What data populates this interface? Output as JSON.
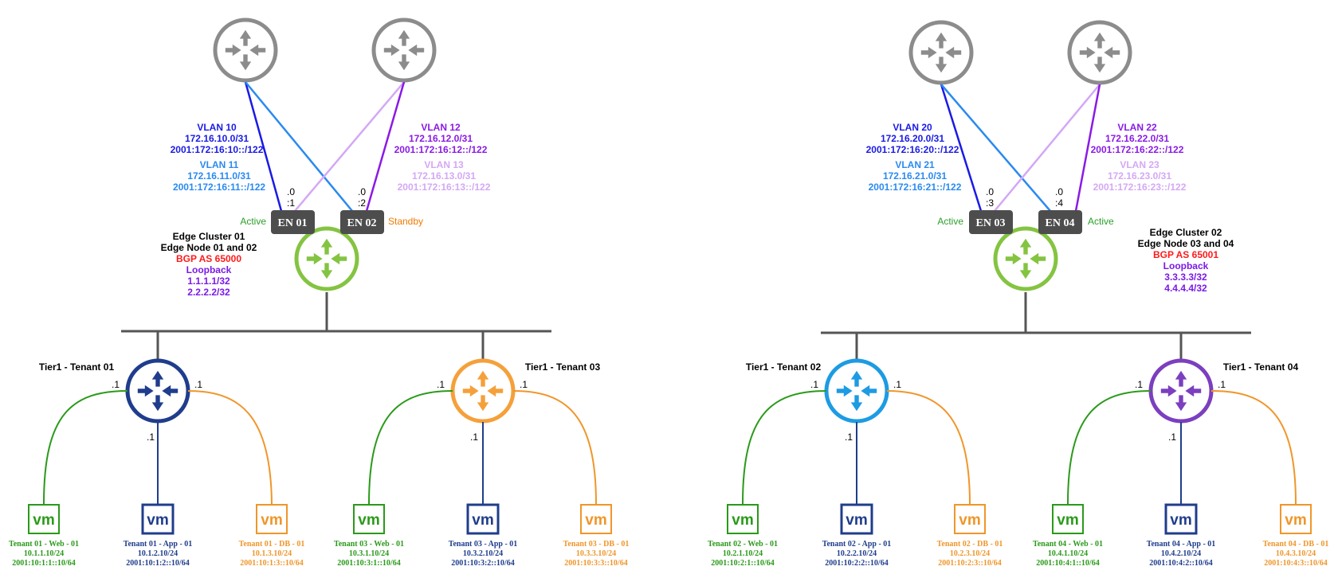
{
  "colors": {
    "vlan_a": "#1a1ae6",
    "vlan_b": "#2a8af0",
    "vlan_c": "#8a1ae6",
    "vlan_d": "#d4a8f5",
    "green": "#2a9a1a",
    "orange": "#f0962a",
    "navy": "#1f3d8c",
    "active": "#2aa02a",
    "standby": "#f07a00",
    "bgp": "#ff1a1a",
    "loopback": "#7a1ae6",
    "gray": "#8c8c8c",
    "edge_green": "#84c441",
    "t1_blue": "#1d9be3",
    "t3_orange": "#f5a03a",
    "t4_purple": "#7b3fbf"
  },
  "icons": {
    "router": "router-icon",
    "vm": "vm-icon"
  },
  "left": {
    "vlan10": [
      "VLAN 10",
      "172.16.10.0/31",
      "2001:172:16:10::/122"
    ],
    "vlan11": [
      "VLAN 11",
      "172.16.11.0/31",
      "2001:172:16:11::/122"
    ],
    "vlan12": [
      "VLAN 12",
      "172.16.12.0/31",
      "2001:172:16:12::/122"
    ],
    "vlan13": [
      "VLAN 13",
      "172.16.13.0/31",
      "2001:172:16:13::/122"
    ],
    "en1": "EN 01",
    "en2": "EN 02",
    "en1_ip": [
      ".0",
      ":1"
    ],
    "en2_ip": [
      ".0",
      ":2"
    ],
    "en1_state": "Active",
    "en2_state": "Standby",
    "cluster": [
      "Edge Cluster 01",
      "Edge Node 01 and 02"
    ],
    "bgp": "BGP AS 65000",
    "loopback": [
      "Loopback",
      "1.1.1.1/32",
      "2.2.2.2/32"
    ]
  },
  "right": {
    "vlan20": [
      "VLAN 20",
      "172.16.20.0/31",
      "2001:172:16:20::/122"
    ],
    "vlan21": [
      "VLAN 21",
      "172.16.21.0/31",
      "2001:172:16:21::/122"
    ],
    "vlan22": [
      "VLAN 22",
      "172.16.22.0/31",
      "2001:172:16:22::/122"
    ],
    "vlan23": [
      "VLAN 23",
      "172.16.23.0/31",
      "2001:172:16:23::/122"
    ],
    "en3": "EN 03",
    "en4": "EN 04",
    "en3_ip": [
      ".0",
      ":3"
    ],
    "en4_ip": [
      ".0",
      ":4"
    ],
    "en3_state": "Active",
    "en4_state": "Active",
    "cluster": [
      "Edge Cluster 02",
      "Edge Node 03 and 04"
    ],
    "bgp": "BGP AS 65001",
    "loopback": [
      "Loopback",
      "3.3.3.3/32",
      "4.4.4.4/32"
    ]
  },
  "tenants": {
    "t1": "Tier1 - Tenant 01",
    "t3": "Tier1 - Tenant 03",
    "t2": "Tier1 - Tenant 02",
    "t4": "Tier1 - Tenant 04",
    "dot": ".1"
  },
  "vm_label": "vm",
  "vms": {
    "t1_web": [
      "Tenant 01 - Web - 01",
      "10.1.1.10/24",
      "2001:10:1:1::10/64"
    ],
    "t1_app": [
      "Tenant 01 - App - 01",
      "10.1.2.10/24",
      "2001:10:1:2::10/64"
    ],
    "t1_db": [
      "Tenant 01 - DB - 01",
      "10.1.3.10/24",
      "2001:10:1:3::10/64"
    ],
    "t3_web": [
      "Tenant 03 - Web - 01",
      "10.3.1.10/24",
      "2001:10:3:1::10/64"
    ],
    "t3_app": [
      "Tenant 03 - App - 01",
      "10.3.2.10/24",
      "2001:10:3:2::10/64"
    ],
    "t3_db": [
      "Tenant 03 - DB - 01",
      "10.3.3.10/24",
      "2001:10:3:3::10/64"
    ],
    "t2_web": [
      "Tenant 02 - Web - 01",
      "10.2.1.10/24",
      "2001:10:2:1::10/64"
    ],
    "t2_app": [
      "Tenant 02 - App - 01",
      "10.2.2.10/24",
      "2001:10:2:2::10/64"
    ],
    "t2_db": [
      "Tenant 02 - DB - 01",
      "10.2.3.10/24",
      "2001:10:2:3::10/64"
    ],
    "t4_web": [
      "Tenant 04 - Web - 01",
      "10.4.1.10/24",
      "2001:10:4:1::10/64"
    ],
    "t4_app": [
      "Tenant 04 - App - 01",
      "10.4.2.10/24",
      "2001:10:4:2::10/64"
    ],
    "t4_db": [
      "Tenant 04 - DB - 01",
      "10.4.3.10/24",
      "2001:10:4:3::10/64"
    ]
  }
}
